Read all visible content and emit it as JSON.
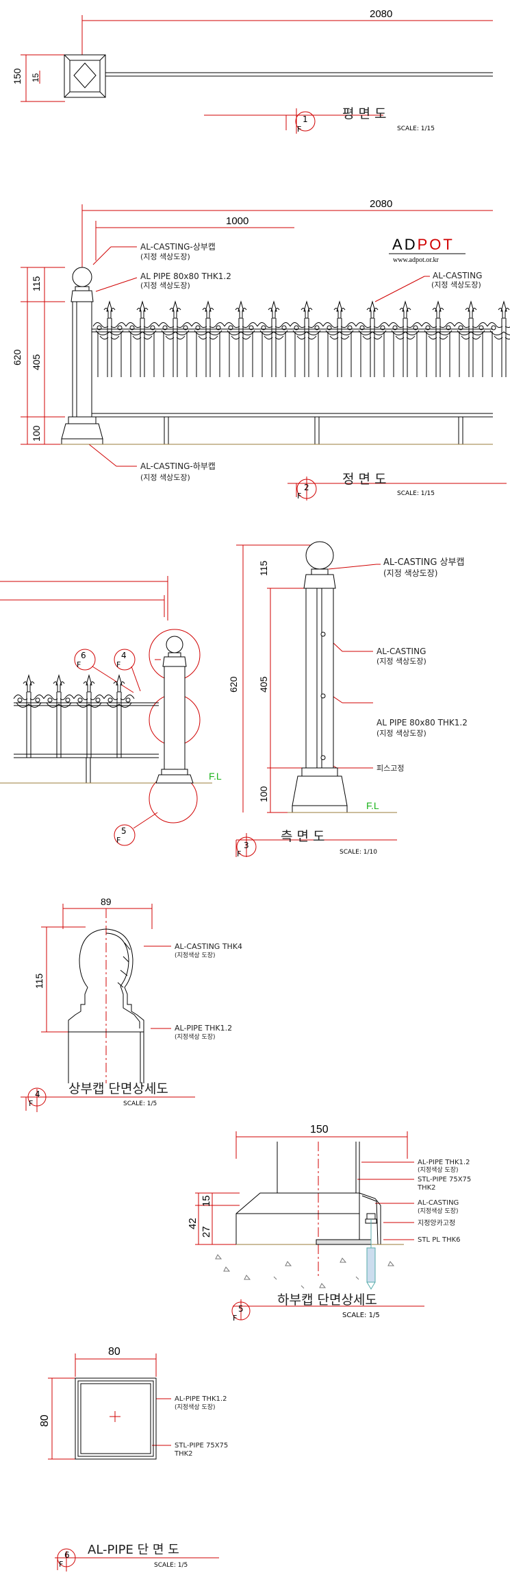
{
  "brand": {
    "name": "ADPOT",
    "url": "www.adpot.or.kr",
    "name_color": "#000000",
    "accent_color": "#d00000"
  },
  "plan": {
    "dim_total": "2080",
    "dim_side": "150",
    "dim_inner": "15",
    "marker_num": "1",
    "marker_sheet": "F",
    "title": "평 면 도",
    "scale": "SCALE: 1/15"
  },
  "front": {
    "dim_total": "2080",
    "dim_half": "1000",
    "dim_top": "115",
    "dim_mid": "405",
    "dim_bottom": "100",
    "dim_height": "620",
    "label_topcap_1": "AL-CASTING-상부캡",
    "label_topcap_2": "(지정 색상도장)",
    "label_pipe_1": "AL PIPE 80x80 THK1.2",
    "label_pipe_2": "(지정 색상도장)",
    "label_casting_1": "AL-CASTING",
    "label_casting_2": "(지정 색상도장)",
    "label_botcap_1": "AL-CASTING-하부캡",
    "label_botcap_2": "(지정 색상도장)",
    "marker_num": "2",
    "marker_sheet": "F",
    "title": "정 면 도",
    "scale": "SCALE: 1/15"
  },
  "side": {
    "callout_6": "6",
    "callout_4": "4",
    "callout_5": "5",
    "callout_sheet": "F",
    "fl_label": "F.L",
    "dim_top": "115",
    "dim_mid": "405",
    "dim_bottom": "100",
    "dim_height": "620",
    "label_topcap_1": "AL-CASTING 상부캡",
    "label_topcap_2": "(지정 색상도장)",
    "label_casting_1": "AL-CASTING",
    "label_casting_2": "(지정 색상도장)",
    "label_pipe_1": "AL PIPE 80x80 THK1.2",
    "label_pipe_2": "(지정 색상도장)",
    "label_screw": "피스고정",
    "marker_num": "3",
    "marker_sheet": "F",
    "title": "측 면 도",
    "scale": "SCALE: 1/10"
  },
  "detail4": {
    "dim_width": "89",
    "dim_height": "115",
    "label_casting_1": "AL-CASTING THK4",
    "label_casting_2": "(지정색상 도장)",
    "label_pipe_1": "AL-PIPE THK1.2",
    "label_pipe_2": "(지정색상 도장)",
    "marker_num": "4",
    "marker_sheet": "F",
    "title": "상부캡 단면상세도",
    "scale": "SCALE: 1/5"
  },
  "detail5": {
    "dim_width": "150",
    "dim_total": "42",
    "dim_a": "27",
    "dim_b": "15",
    "label_pipe_1": "AL-PIPE THK1.2",
    "label_pipe_2": "(지정색상 도장)",
    "label_stl_1": "STL-PIPE 75X75",
    "label_stl_2": "THK2",
    "label_cast_1": "AL-CASTING",
    "label_cast_2": "(지정색상 도장)",
    "label_anchor": "지정앙카고정",
    "label_plate": "STL PL THK6",
    "marker_num": "5",
    "marker_sheet": "F",
    "title": "하부캡 단면상세도",
    "scale": "SCALE: 1/5"
  },
  "detail6": {
    "dim_width": "80",
    "dim_height": "80",
    "label_pipe_1": "AL-PIPE THK1.2",
    "label_pipe_2": "(지정색상 도장)",
    "label_stl_1": "STL-PIPE 75X75",
    "label_stl_2": "THK2",
    "marker_num": "6",
    "marker_sheet": "F",
    "title": "AL-PIPE 단 면 도",
    "scale": "SCALE: 1/5"
  }
}
